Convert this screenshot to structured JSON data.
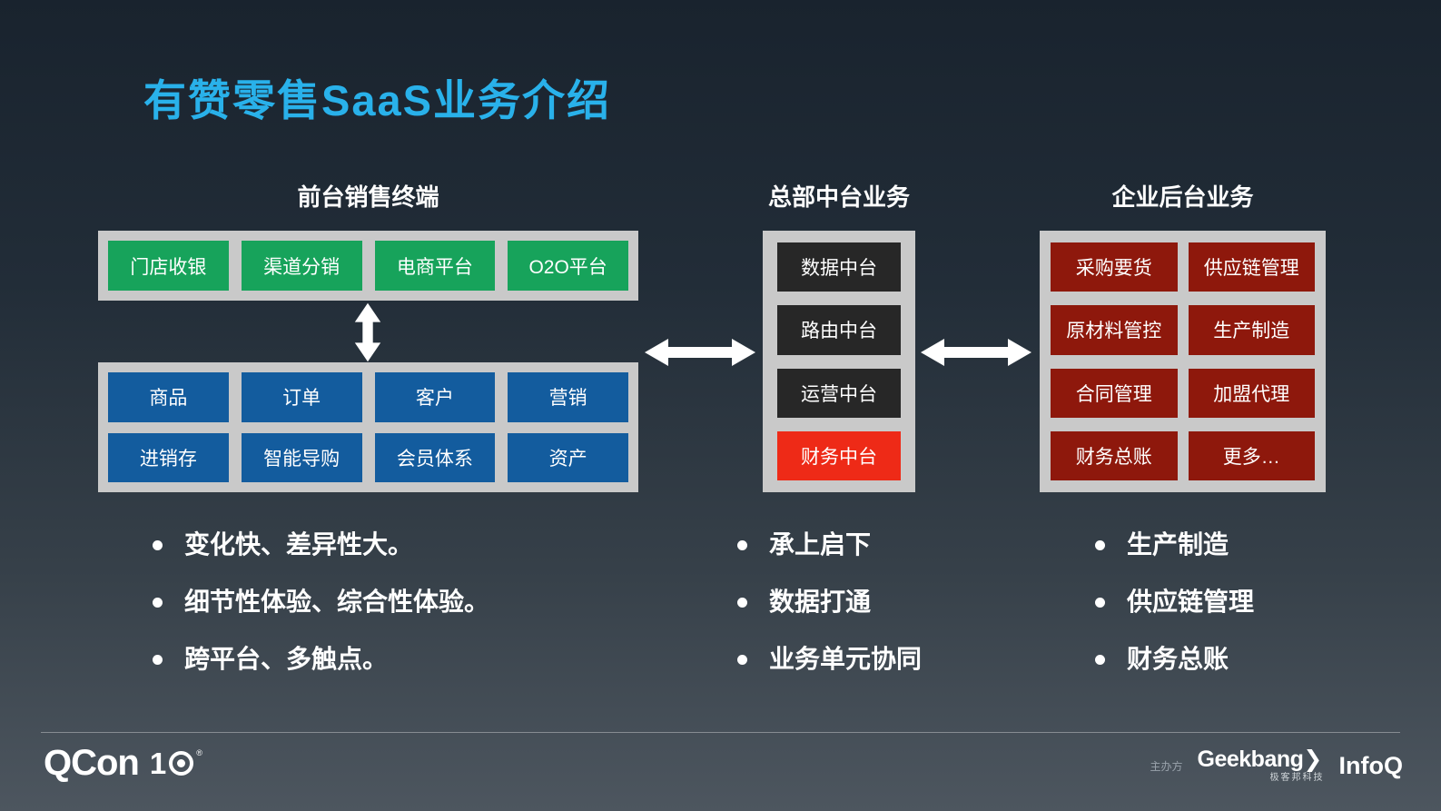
{
  "title": "有赞零售SaaS业务介绍",
  "front": {
    "header": "前台销售终端",
    "terminals": [
      "门店收银",
      "渠道分销",
      "电商平台",
      "O2O平台"
    ],
    "modules": [
      "商品",
      "订单",
      "客户",
      "营销",
      "进销存",
      "智能导购",
      "会员体系",
      "资产"
    ],
    "bullets": [
      "变化快、差异性大。",
      "细节性体验、综合性体验。",
      "跨平台、多触点。"
    ]
  },
  "middle": {
    "header": "总部中台业务",
    "platforms": [
      "数据中台",
      "路由中台",
      "运营中台",
      "财务中台"
    ],
    "bullets": [
      "承上启下",
      "数据打通",
      "业务单元协同"
    ]
  },
  "back": {
    "header": "企业后台业务",
    "modules": [
      "采购要货",
      "供应链管理",
      "原材料管控",
      "生产制造",
      "合同管理",
      "加盟代理",
      "财务总账",
      "更多…"
    ],
    "bullets": [
      "生产制造",
      "供应链管理",
      "财务总账"
    ]
  },
  "footer": {
    "qcon_label": "QCon",
    "anniversary_digit": "1",
    "reg_mark": "®",
    "organizer_label": "主办方",
    "geekbang_label": "Geekbang",
    "geekbang_arrow": "❯",
    "geekbang_sub": "极客邦科技",
    "infoq_label": "InfoQ"
  },
  "colors": {
    "accent_cyan": "#29b1ea",
    "terminal_green": "#17a35b",
    "module_blue": "#135c9e",
    "platform_dark": "#272727",
    "platform_red": "#ee2a17",
    "back_maroon": "#8e180c",
    "frame_silver": "#c9c9c9"
  }
}
